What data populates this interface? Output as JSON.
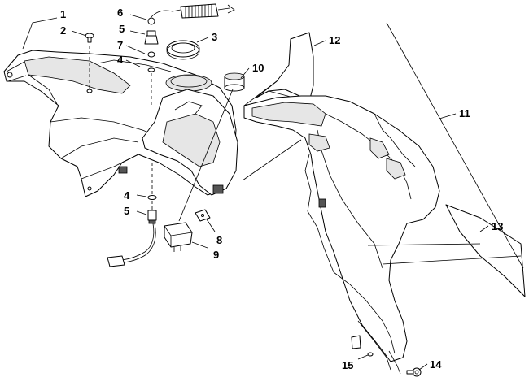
{
  "callouts": [
    {
      "id": "c1",
      "label": "1"
    },
    {
      "id": "c2",
      "label": "2"
    },
    {
      "id": "c3",
      "label": "3"
    },
    {
      "id": "c4a",
      "label": "4"
    },
    {
      "id": "c4b",
      "label": "4"
    },
    {
      "id": "c5a",
      "label": "5"
    },
    {
      "id": "c5b",
      "label": "5"
    },
    {
      "id": "c6",
      "label": "6"
    },
    {
      "id": "c7",
      "label": "7"
    },
    {
      "id": "c8",
      "label": "8"
    },
    {
      "id": "c9",
      "label": "9"
    },
    {
      "id": "c10",
      "label": "10"
    },
    {
      "id": "c11",
      "label": "11"
    },
    {
      "id": "c12",
      "label": "12"
    },
    {
      "id": "c13",
      "label": "13"
    },
    {
      "id": "c14",
      "label": "14"
    },
    {
      "id": "c15",
      "label": "15"
    }
  ]
}
